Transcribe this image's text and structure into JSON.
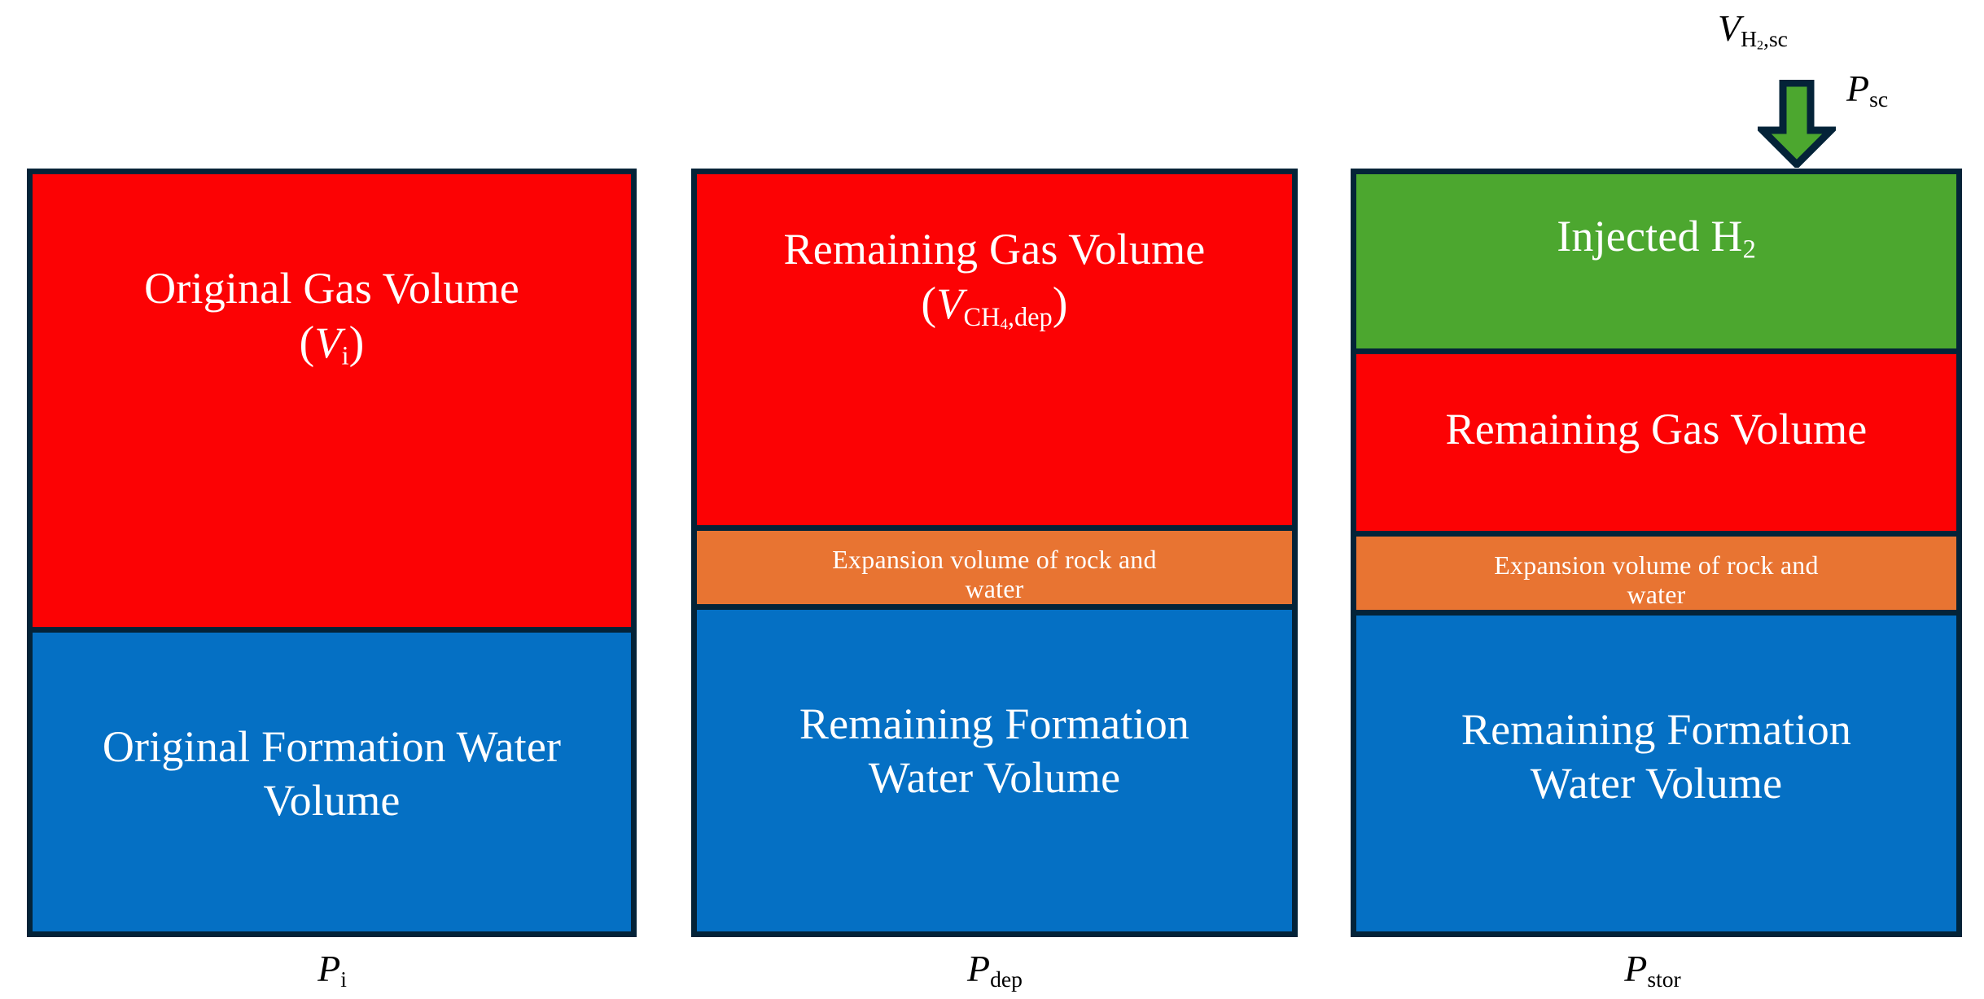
{
  "figure": {
    "type": "schematic-diagram",
    "title": "",
    "description": "Three stacked-volume reservoir columns showing gas, expansion and formation-water volumes at initial, depleted and storage pressures"
  },
  "colors": {
    "gas_red": "#fc0204",
    "injected_green": "#4CA72F",
    "expansion_orange": "#E87432",
    "water_blue": "#0570C4",
    "outline_navy": "#042338",
    "label_text": "#ffffff",
    "axis_text": "#000000"
  },
  "columns": [
    {
      "id": "initial",
      "pressure_label": {
        "symbol": "P",
        "subscript": "i",
        "plain": "Pi"
      },
      "segments": [
        {
          "id": "original-gas",
          "fill": "gas_red",
          "line1": "Original Gas Volume",
          "line2_symbol": "V",
          "line2_subscript": "i",
          "line2_plain": "(Vi)",
          "has_formula_line": true
        },
        {
          "id": "original-water",
          "fill": "water_blue",
          "line1": "Original Formation Water",
          "line2": "Volume",
          "has_formula_line": false
        }
      ]
    },
    {
      "id": "depleted",
      "pressure_label": {
        "symbol": "P",
        "subscript": "dep",
        "plain": "Pdep"
      },
      "segments": [
        {
          "id": "remaining-gas",
          "fill": "gas_red",
          "line1": "Remaining Gas Volume",
          "line2_symbol": "V",
          "line2_subscript_main": "CH",
          "line2_subscript_num": "4",
          "line2_subscript_tail": ",dep",
          "line2_plain": "(VCH4,dep)",
          "has_formula_line": true
        },
        {
          "id": "expansion-rock-water",
          "fill": "expansion_orange",
          "line1": "Expansion volume of rock and",
          "line2": "water",
          "has_formula_line": false
        },
        {
          "id": "remaining-water",
          "fill": "water_blue",
          "line1": "Remaining Formation",
          "line2": "Water Volume",
          "has_formula_line": false
        }
      ]
    },
    {
      "id": "storage",
      "pressure_label": {
        "symbol": "P",
        "subscript": "stor",
        "plain": "Pstor"
      },
      "segments": [
        {
          "id": "injected-h2",
          "fill": "injected_green",
          "line1_pre": "Injected H",
          "line1_sub": "2",
          "line1_plain": "Injected H2",
          "has_formula_line": false
        },
        {
          "id": "remaining-gas",
          "fill": "gas_red",
          "line1": "Remaining Gas  Volume",
          "has_formula_line": false
        },
        {
          "id": "expansion-rock-water",
          "fill": "expansion_orange",
          "line1": "Expansion volume of rock and",
          "line2": "water",
          "has_formula_line": false
        },
        {
          "id": "remaining-water",
          "fill": "water_blue",
          "line1": "Remaining Formation",
          "line2": "Water Volume",
          "has_formula_line": false
        }
      ]
    }
  ],
  "injection": {
    "volume_label": {
      "symbol": "V",
      "subscript_main": "H",
      "subscript_num": "2",
      "subscript_tail": ",sc",
      "plain": "VH2,sc"
    },
    "pressure_label": {
      "symbol": "P",
      "subscript": "sc",
      "plain": "Psc"
    },
    "arrow": {
      "direction": "down",
      "fill": "#4CA72F",
      "stroke": "#042338"
    }
  }
}
